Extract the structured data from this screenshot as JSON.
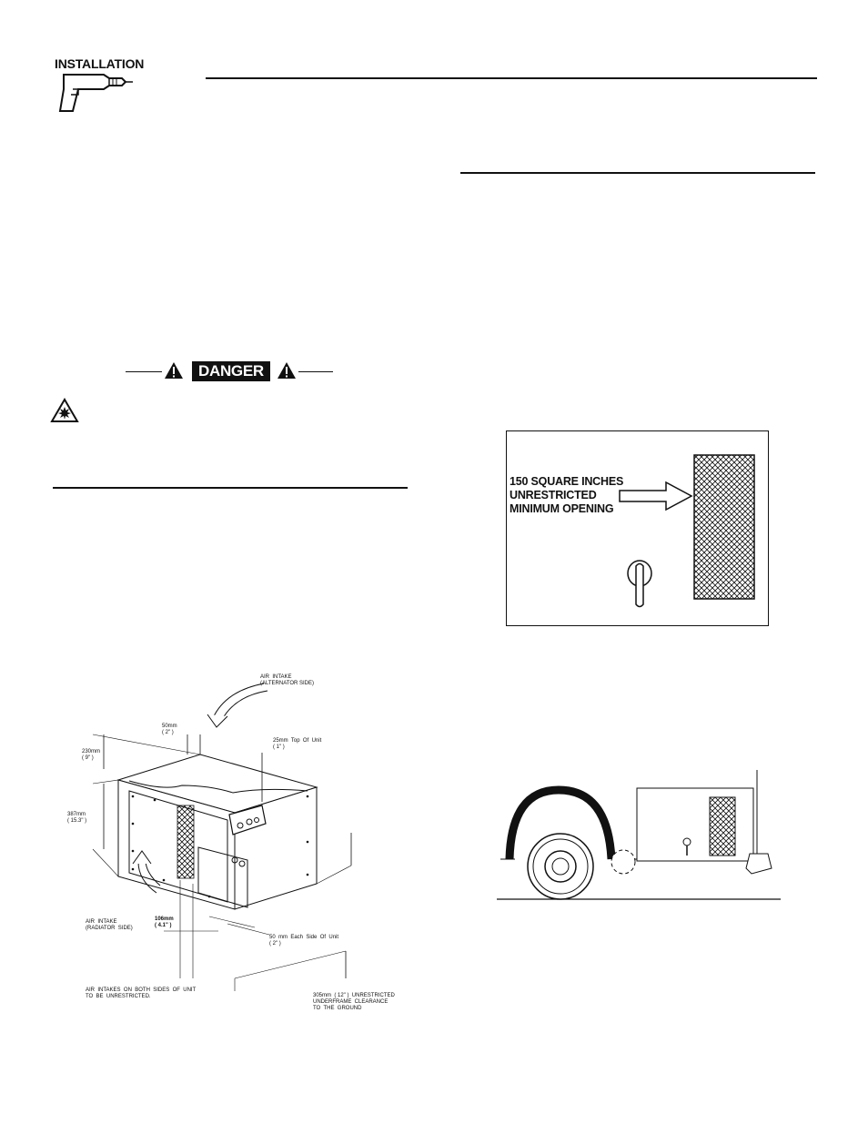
{
  "header": {
    "section_label": "INSTALLATION",
    "icon": "drill-icon"
  },
  "danger": {
    "label": "DANGER",
    "icons": [
      "warning-triangle-icon",
      "explosion-hazard-icon"
    ]
  },
  "clearance_figure": {
    "labels": {
      "air_intake_alternator": "AIR  INTAKE\n(ALTERNATOR SIDE)",
      "dim_50mm": "50mm\n( 2\" )",
      "dim_25mm_top": "25mm  Top  Of  Unit\n( 1\" )",
      "dim_230mm": "230mm\n( 9\" )",
      "dim_387mm": "387mm\n( 15.3\" )",
      "air_intake_radiator": "AIR  INTAKE\n(RADIATOR  SIDE)",
      "dim_106mm": "106mm\n( 4.1\" )",
      "dim_50mm_each_side": "50  mm  Each  Side  Of  Unit\n( 2\" )",
      "note_air_intakes": "AIR  INTAKES  ON  BOTH  SIDES  OF  UNIT\nTO  BE  UNRESTRICTED.",
      "note_underframe": "305mm  ( 12\" )  UNRESTRICTED\nUNDERFRAME  CLEARANCE\nTO  THE  GROUND"
    }
  },
  "vent_figure": {
    "lines": [
      "150 SQUARE INCHES",
      "UNRESTRICTED",
      "MINIMUM OPENING"
    ]
  }
}
